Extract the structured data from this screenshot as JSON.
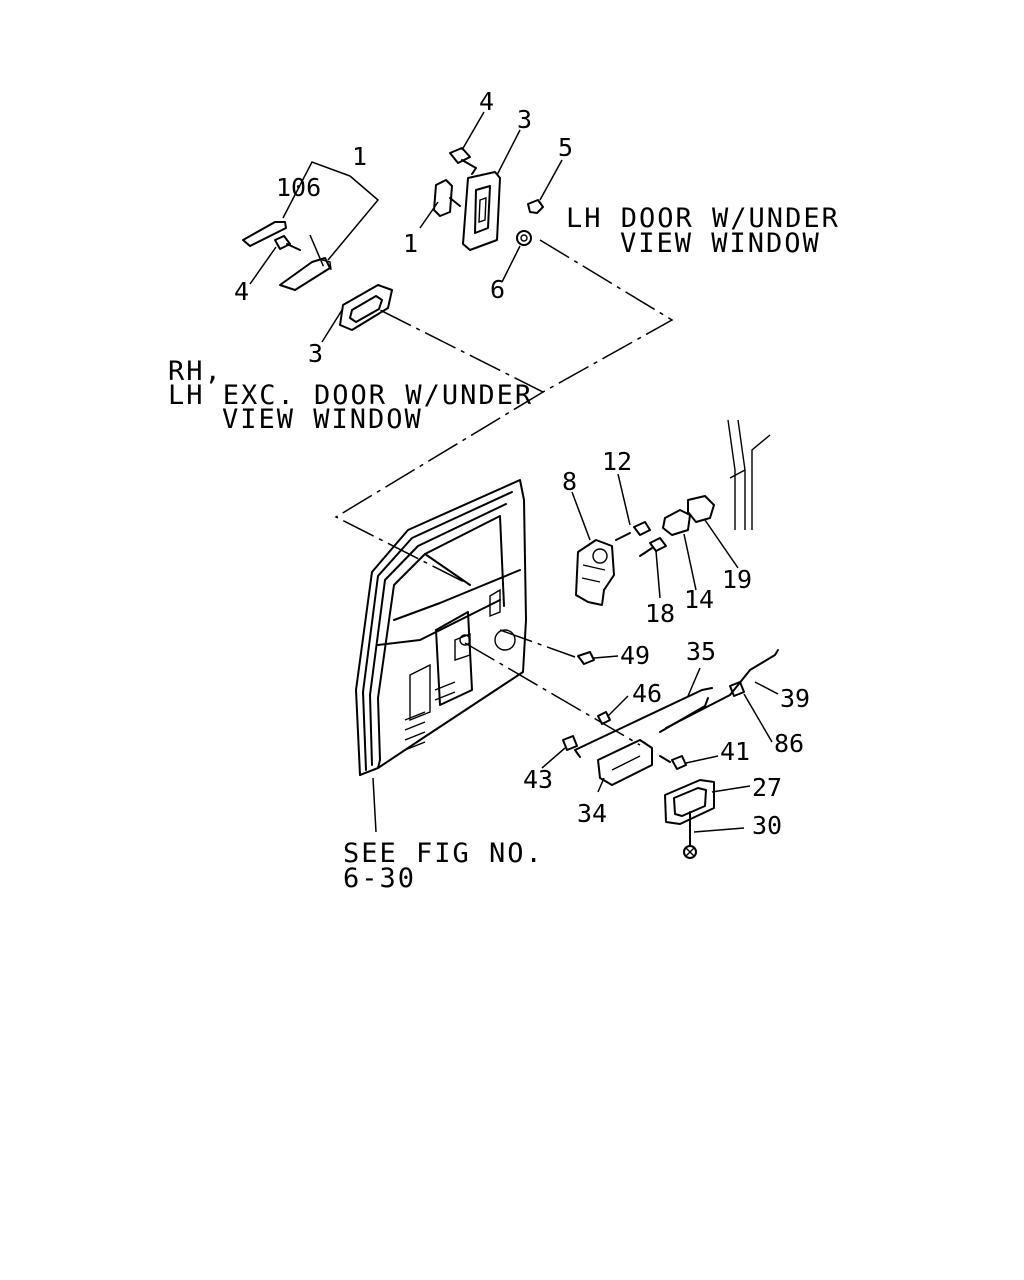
{
  "notes": {
    "lh_door_line1": "LH DOOR W/UNDER",
    "lh_door_line2": "VIEW WINDOW",
    "rh_line1": "RH,",
    "rh_line2": "LH EXC. DOOR W/UNDER",
    "rh_line3": "VIEW WINDOW",
    "see_fig_line1": "SEE FIG NO.",
    "see_fig_line2": "6-30"
  },
  "callouts": {
    "c4_top": "4",
    "c3_top": "3",
    "c5": "5",
    "c1_top": "1",
    "c106": "106",
    "c1_left": "1",
    "c4_left": "4",
    "c6": "6",
    "c3_left": "3",
    "c12": "12",
    "c8": "8",
    "c18": "18",
    "c14": "14",
    "c19": "19",
    "c49": "49",
    "c35": "35",
    "c39": "39",
    "c46": "46",
    "c86": "86",
    "c41": "41",
    "c43": "43",
    "c34": "34",
    "c27": "27",
    "c30": "30"
  }
}
